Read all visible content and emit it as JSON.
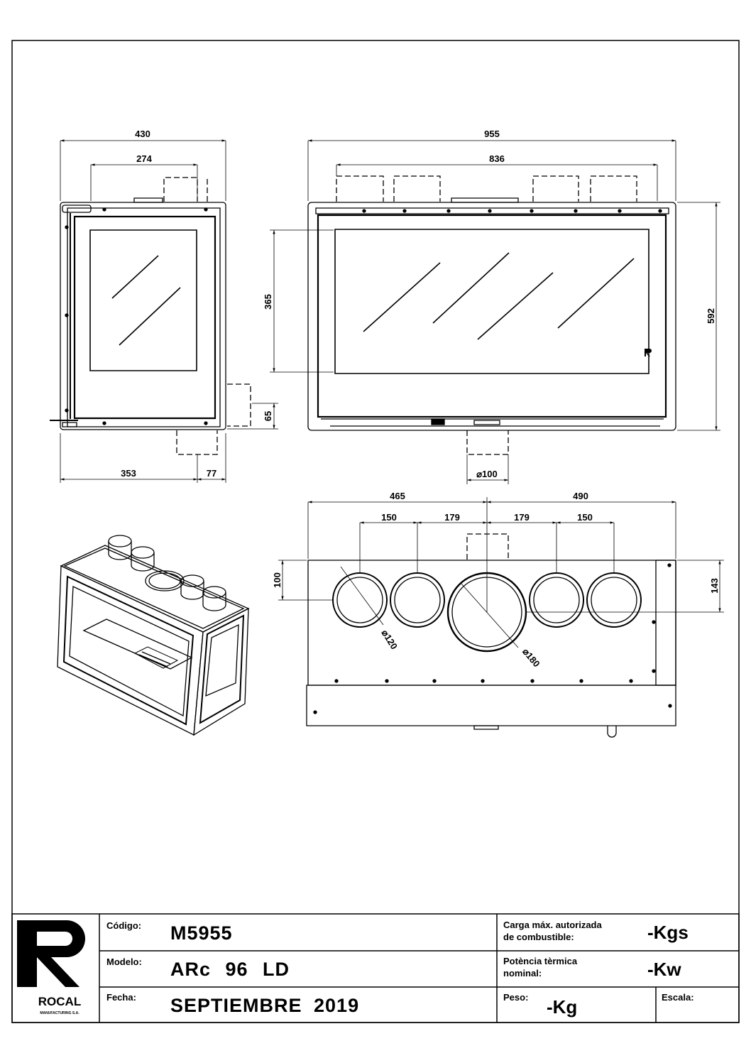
{
  "drawing": {
    "side_view": {
      "width_total": "430",
      "outlet_span": "274",
      "depth_front": "353",
      "depth_rear": "77",
      "leg_height": "65"
    },
    "front_view": {
      "width_total": "955",
      "outlet_span": "836",
      "glass_height": "365",
      "height_total": "592",
      "bottom_inlet": "⌀100"
    },
    "top_view": {
      "left_half": "465",
      "right_half": "490",
      "spacing_a": "150",
      "spacing_b": "179",
      "spacing_c": "179",
      "spacing_d": "150",
      "left_offset": "100",
      "right_offset": "143",
      "small_diameter": "⌀120",
      "large_diameter": "⌀180"
    }
  },
  "title_block": {
    "logo_text": "ROCAL",
    "logo_subtext": "MANUFACTURING S.A.",
    "codigo_label": "Código:",
    "codigo_value": "M5955",
    "modelo_label": "Modelo:",
    "modelo_value": "ARc 96 LD",
    "fecha_label": "Fecha:",
    "fecha_value": "SEPTIEMBRE 2019",
    "carga_label_1": "Carga máx. autorizada",
    "carga_label_2": "de combustible:",
    "carga_value": "-Kgs",
    "potencia_label_1": "Potència tèrmica",
    "potencia_label_2": "nominal:",
    "potencia_value": "-Kw",
    "peso_label": "Peso:",
    "peso_value": "-Kg",
    "escala_label": "Escala:"
  }
}
